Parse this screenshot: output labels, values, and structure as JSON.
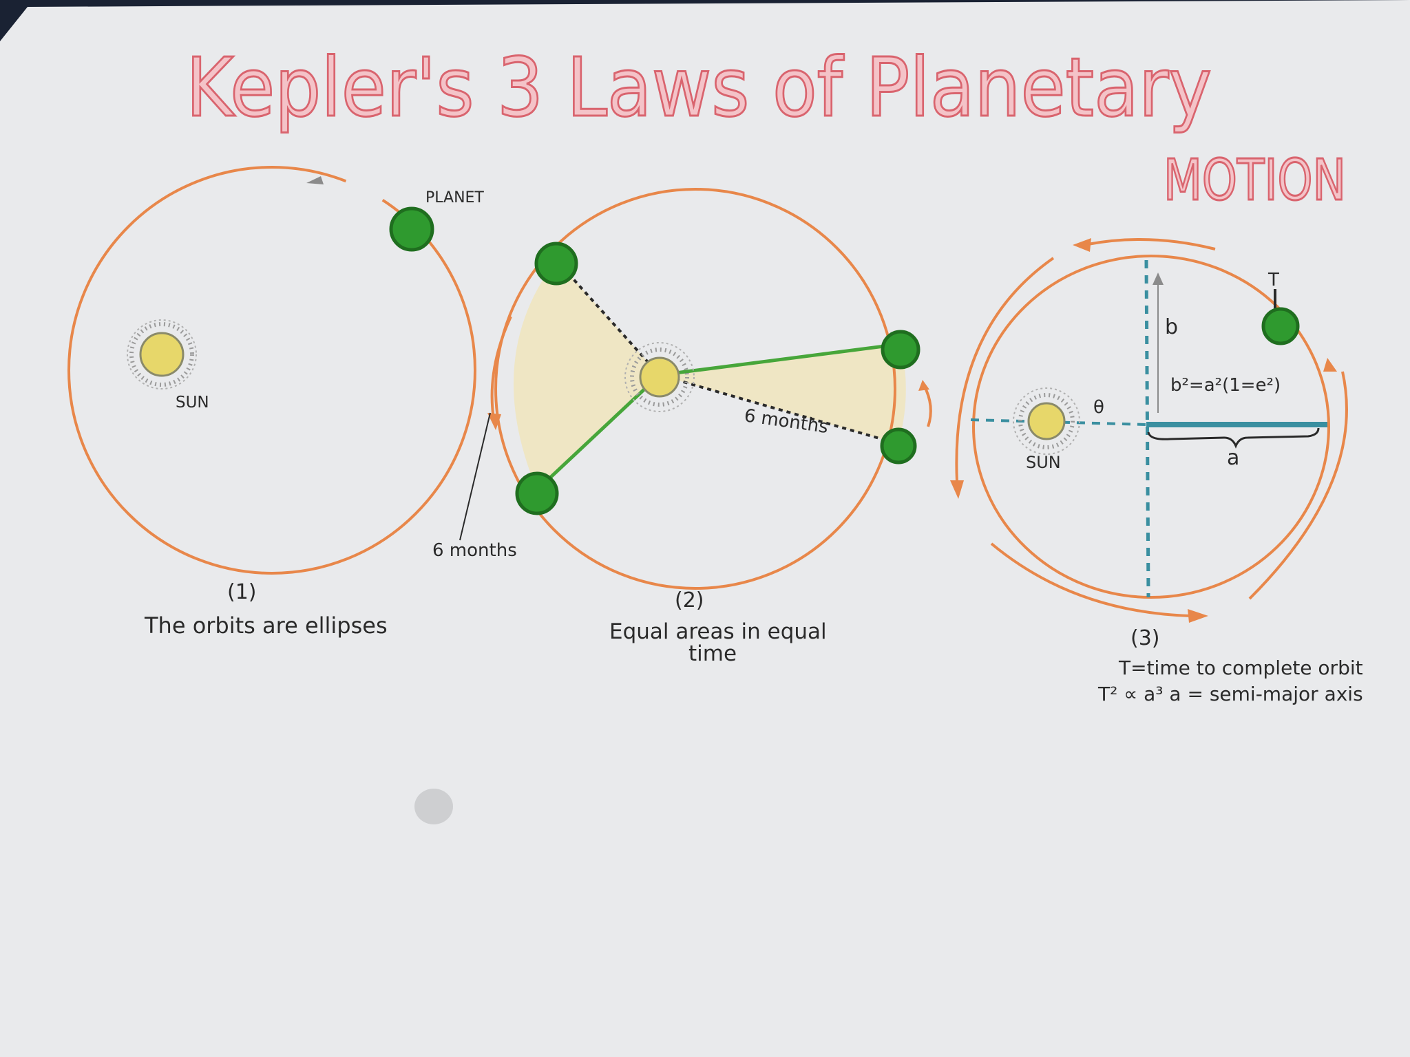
{
  "title": {
    "line1": "Kepler's 3 Laws of Planetary",
    "line2": "MOTION"
  },
  "colors": {
    "paper": "#e9eaec",
    "orbit": "#e8874a",
    "orbit_grey": "#8b8b8b",
    "planet": "#2f9a2f",
    "planet_edge": "#1f6e1f",
    "sun": "#e7d76a",
    "area_fill": "#efe6c0",
    "green_line": "#47a63a",
    "axis": "#3a8fa0",
    "title": "#d9646e",
    "ink": "#2a2a2a"
  },
  "law1": {
    "planet_label": "PLANET",
    "sun_label": "SUN",
    "number": "(1)",
    "caption": "The orbits are ellipses"
  },
  "law2": {
    "time_label_outer": "6 months",
    "time_label_inner": "6 months",
    "number": "(2)",
    "caption_line1": "Equal areas in equal",
    "caption_line2": "time"
  },
  "law3": {
    "b_label": "b",
    "equation": "b²=a²(1=e²)",
    "theta_label": "θ",
    "sun_label": "SUN",
    "a_label": "a",
    "t_label": "T",
    "number": "(3)",
    "caption_line1": "T=time to complete orbit",
    "caption_line2": "T² ∝ a³   a = semi-major axis"
  }
}
